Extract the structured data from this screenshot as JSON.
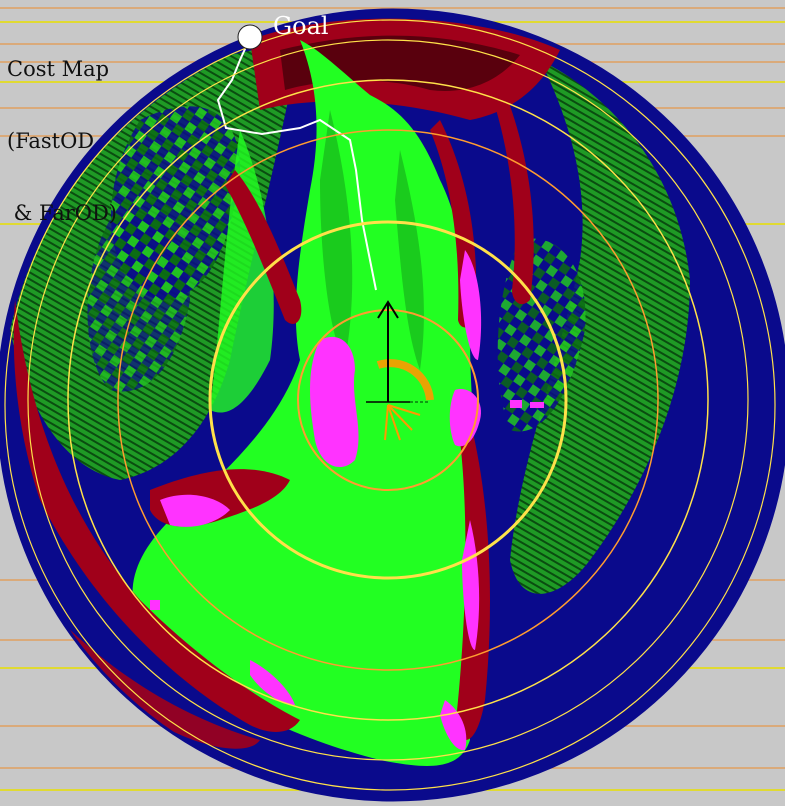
{
  "map": {
    "title_lines": [
      "Cost Map",
      "(FastOD",
      " & FarOD)"
    ],
    "goal_label": "Goal",
    "colors": {
      "background": "#c8c8c8",
      "horizontal_rule": "#e0a060",
      "rule_yellow": "#e8e000",
      "unknown": "#0a0a8c",
      "traversable": "#22ff22",
      "dark_green": "#0b6b14",
      "obstacle": "#a0001a",
      "dark_red": "#3a0008",
      "magenta": "#ff33ff",
      "range_ring": "#ffe14a",
      "range_ring_orange": "#ff9c30",
      "path": "#ffffff",
      "robot_arrow": "#000000",
      "robot_marker": "#ff9900"
    },
    "icons": {
      "goal": "goal-marker-icon",
      "robot": "robot-heading-arrow-icon"
    }
  }
}
